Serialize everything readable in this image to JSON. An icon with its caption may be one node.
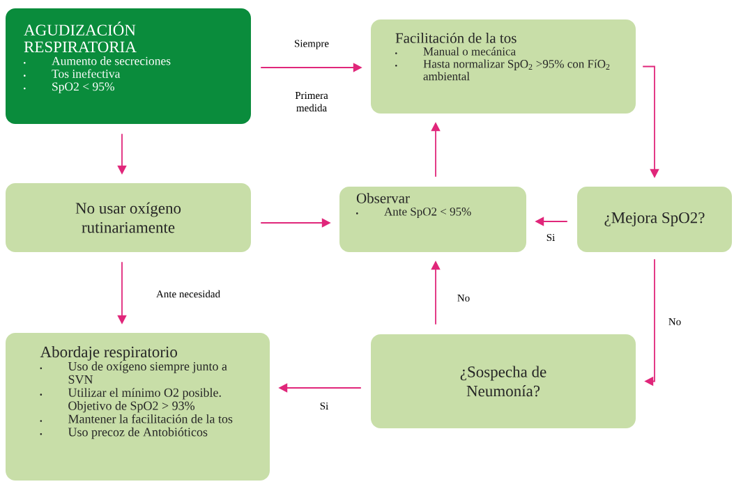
{
  "diagram": {
    "nodes": [
      {
        "text": [
          "AGUDIZACIÓN RESPIRATORIA",
          "Aumento de secreciones",
          "Tos inefectiva",
          "SpO2 < 95%"
        ]
      },
      {
        "text": [
          "Facilitación de la tos",
          "Manual o mecánica",
          "Hasta normalizar SpO$_{2}$ >95% con FíO$_{2}$ ambiental"
        ]
      },
      {
        "text": [
          "No usar oxígeno rutinariamente"
        ]
      },
      {
        "text": [
          "Observar",
          "Ante SpO2 < 95%"
        ]
      },
      {
        "text": [
          "¿Mejora SpO2?"
        ]
      },
      {
        "text": [
          "Abordaje respiratorio",
          "Uso de oxígeno siempre junto a SVN",
          "Utilizar el mínimo O2 posible. Objetivo de SpO2 > 93%",
          "Mantener la facilitación de la tos",
          "Uso precoz de Antobióticos"
        ]
      },
      {
        "text": [
          "¿Sospecha de Neumonía?"
        ]
      }
    ],
    "edges": [
      {
        "from": 0,
        "to": 1,
        "arrow": "to",
        "label": "Siempre"
      },
      {
        "from": 0,
        "to": 2,
        "arrow": "to"
      },
      {
        "from": 2,
        "to": 3,
        "arrow": "to"
      },
      {
        "from": 2,
        "to": 5,
        "arrow": "to",
        "label": "Ante necesidad"
      },
      {
        "from": 3,
        "to": 1,
        "arrow": "to"
      },
      {
        "from": 1,
        "to": 4,
        "arrow": "to"
      },
      {
        "from": 4,
        "to": 3,
        "arrow": "to",
        "label": "Si"
      },
      {
        "from": 4,
        "to": 6,
        "arrow": "to",
        "label": "No"
      },
      {
        "from": 6,
        "to": 3,
        "arrow": "to",
        "label": "No"
      },
      {
        "from": 6,
        "to": 5,
        "arrow": "to",
        "label": "Si"
      }
    ],
    "labels": [
      "Primera medida"
    ]
  }
}
